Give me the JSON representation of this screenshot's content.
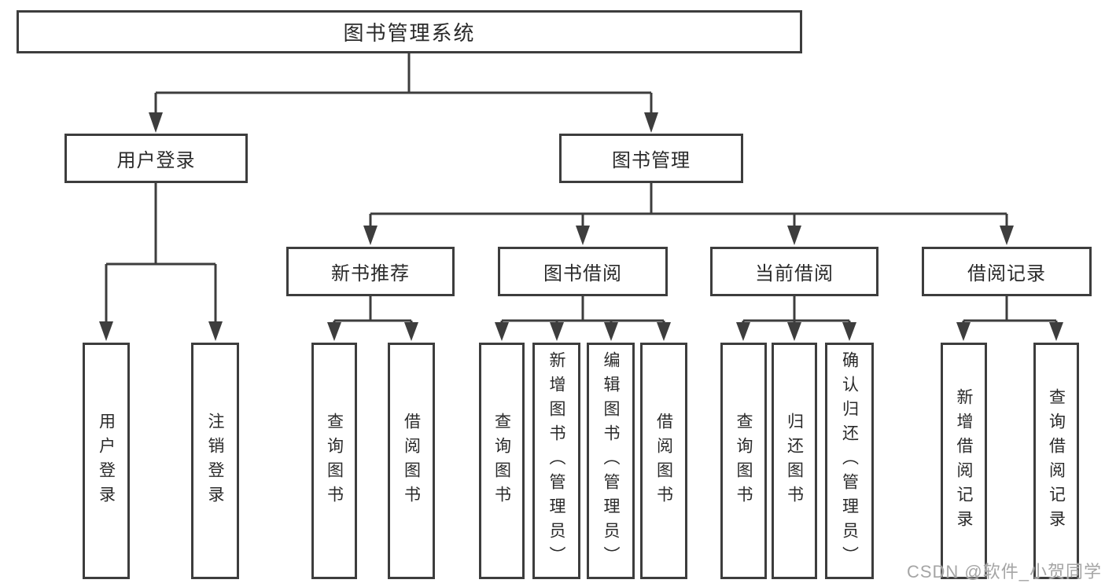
{
  "diagram": {
    "root": {
      "label": "图书管理系统"
    },
    "groups": [
      {
        "label": "用户登录"
      },
      {
        "label": "图书管理"
      }
    ],
    "modules": [
      {
        "label": "新书推荐"
      },
      {
        "label": "图书借阅"
      },
      {
        "label": "当前借阅"
      },
      {
        "label": "借阅记录"
      }
    ],
    "functions": [
      {
        "label": "用户登录"
      },
      {
        "label": "注销登录"
      },
      {
        "label": "查询图书"
      },
      {
        "label": "借阅图书"
      },
      {
        "label": "查询图书"
      },
      {
        "label": "新增图书（管理员）"
      },
      {
        "label": "编辑图书（管理员）"
      },
      {
        "label": "借阅图书"
      },
      {
        "label": "查询图书"
      },
      {
        "label": "归还图书"
      },
      {
        "label": "确认归还（管理员）"
      },
      {
        "label": "新增借阅记录"
      },
      {
        "label": "查询借阅记录"
      }
    ],
    "colors": {
      "line": "#3d3d3d",
      "text": "#2a2a2a",
      "background": "#ffffff",
      "watermark_text_color": "#a5a5a5"
    },
    "watermark": {
      "text": "CSDN @软件_小贺同学"
    }
  }
}
